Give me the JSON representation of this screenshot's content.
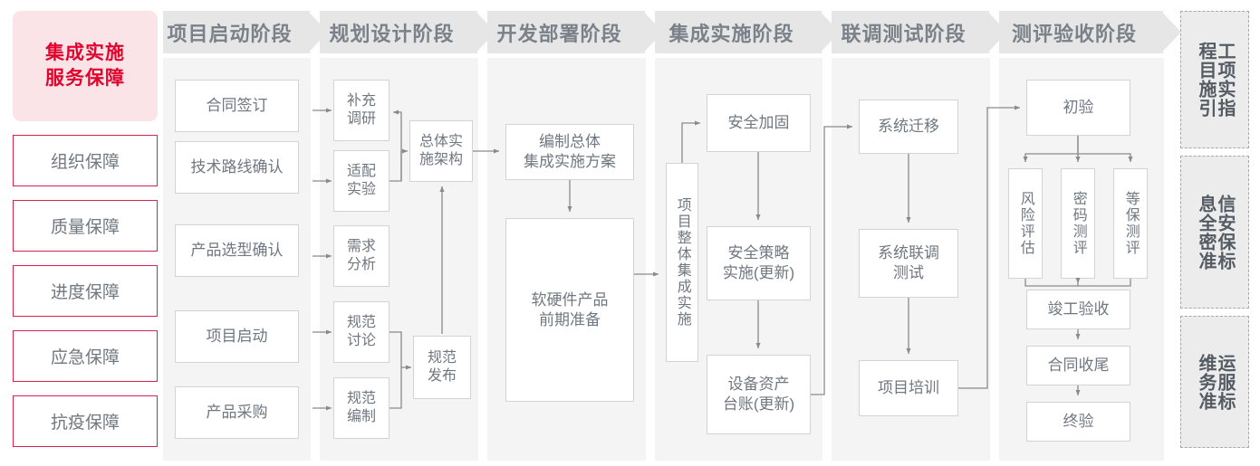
{
  "left": {
    "title": "集成实施\n服务保障",
    "title_line1": "集成实施",
    "title_line2": "服务保障",
    "guarantees": [
      {
        "label": "组织保障"
      },
      {
        "label": "质量保障"
      },
      {
        "label": "进度保障"
      },
      {
        "label": "应急保障"
      },
      {
        "label": "抗疫保障"
      }
    ]
  },
  "phases": [
    {
      "name": "项目启动阶段",
      "tasks": [
        {
          "label": "合同签订"
        },
        {
          "label": "技术路线确认"
        },
        {
          "label": "产品选型确认"
        },
        {
          "label": "项目启动"
        },
        {
          "label": "产品采购"
        }
      ]
    },
    {
      "name": "规划设计阶段",
      "tasks": [
        {
          "label": "补充\n调研",
          "l1": "补充",
          "l2": "调研"
        },
        {
          "label": "适配\n实验",
          "l1": "适配",
          "l2": "实验"
        },
        {
          "label": "需求\n分析",
          "l1": "需求",
          "l2": "分析"
        },
        {
          "label": "规范\n讨论",
          "l1": "规范",
          "l2": "讨论"
        },
        {
          "label": "规范\n编制",
          "l1": "规范",
          "l2": "编制"
        },
        {
          "label": "总体实\n施架构",
          "l1": "总体实",
          "l2": "施架构"
        },
        {
          "label": "规范\n发布",
          "l1": "规范",
          "l2": "发布"
        }
      ]
    },
    {
      "name": "开发部署阶段",
      "tasks": [
        {
          "label": "编制总体\n集成实施方案",
          "l1": "编制总体",
          "l2": "集成实施方案"
        },
        {
          "label": "软硬件产品\n前期准备",
          "l1": "软硬件产品",
          "l2": "前期准备"
        }
      ]
    },
    {
      "name": "集成实施阶段",
      "tasks": [
        {
          "label": "项目整体集成实施"
        },
        {
          "label": "安全加固"
        },
        {
          "label": "安全策略\n实施(更新)",
          "l1": "安全策略",
          "l2": "实施(更新)"
        },
        {
          "label": "设备资产\n台账(更新)",
          "l1": "设备资产",
          "l2": "台账(更新)"
        }
      ]
    },
    {
      "name": "联调测试阶段",
      "tasks": [
        {
          "label": "系统迁移"
        },
        {
          "label": "系统联调\n测试",
          "l1": "系统联调",
          "l2": "测试"
        },
        {
          "label": "项目培训"
        }
      ]
    },
    {
      "name": "测评验收阶段",
      "tasks": [
        {
          "label": "初验"
        },
        {
          "label": "风险评估"
        },
        {
          "label": "密码测评"
        },
        {
          "label": "等保测评"
        },
        {
          "label": "竣工验收"
        },
        {
          "label": "合同收尾"
        },
        {
          "label": "终验"
        }
      ]
    }
  ],
  "standards": [
    {
      "col_right": "程目施引",
      "col_left": "工项实指",
      "full": "工程项目实施指引"
    },
    {
      "col_right": "息全密准",
      "col_left": "信安保标",
      "full": "信息安全保密标准"
    },
    {
      "col_right": "维务准",
      "col_left": "运服标",
      "full": "运维服务标准"
    }
  ],
  "colors": {
    "brand_red": "#e1052e",
    "title_bg": "#fbe4e8",
    "guarantee_border": "#d6254b",
    "phase_head_bg": "#e6e6e6",
    "phase_body_bg": "#f4f4f4",
    "box_border": "#d3d3d3",
    "text_gray": "#6f7780",
    "connector": "#8a8a8a"
  }
}
